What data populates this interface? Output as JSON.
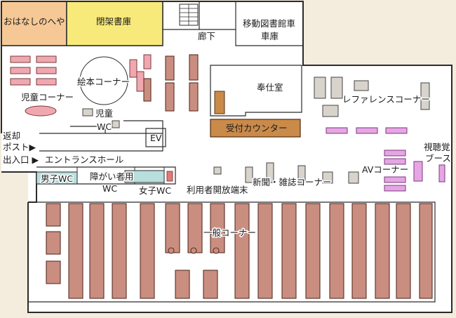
{
  "labels": {
    "ohanashi": "おはなしのへや",
    "closed_stacks": "閉架書庫",
    "corridor": "廊下",
    "mobile_library_garage_1": "移動図書館車",
    "mobile_library_garage_2": "車庫",
    "picture_book_corner": "絵本コーナー",
    "children_corner": "児童コーナー",
    "children_wc_1": "児童",
    "children_wc_2": "WC",
    "ev": "EV",
    "service_room": "奉仕室",
    "reference_corner": "レファレンスコーナー",
    "reception_counter": "受付カウンター",
    "book_return_1": "返却",
    "book_return_2": "ポスト▶",
    "entrance": "出入口 ▶",
    "entrance_hall": "エントランスホール",
    "mens_wc": "男子WC",
    "accessible_wc_1": "障がい者用",
    "accessible_wc_2": "WC",
    "womens_wc": "女子WC",
    "public_terminals": "利用者開放端末",
    "newspaper_magazine_corner": "新聞・雑誌コーナー",
    "av_corner": "AVコーナー",
    "viewing_booth_1": "視聴覚",
    "viewing_booth_2": "ブース",
    "general_corner": "一般コーナー"
  },
  "colors": {
    "background": "#f4ecdc",
    "floor": "#ffffff",
    "ohanashi_room": "#f5c896",
    "closed_stacks": "#f8ea7a",
    "reception_counter": "#c98a4a",
    "wc_accessible": "#b8dede",
    "bookshelf": "#c98e80",
    "children_furniture": "#f0a8b0",
    "av_furniture": "#e6a5e4"
  }
}
